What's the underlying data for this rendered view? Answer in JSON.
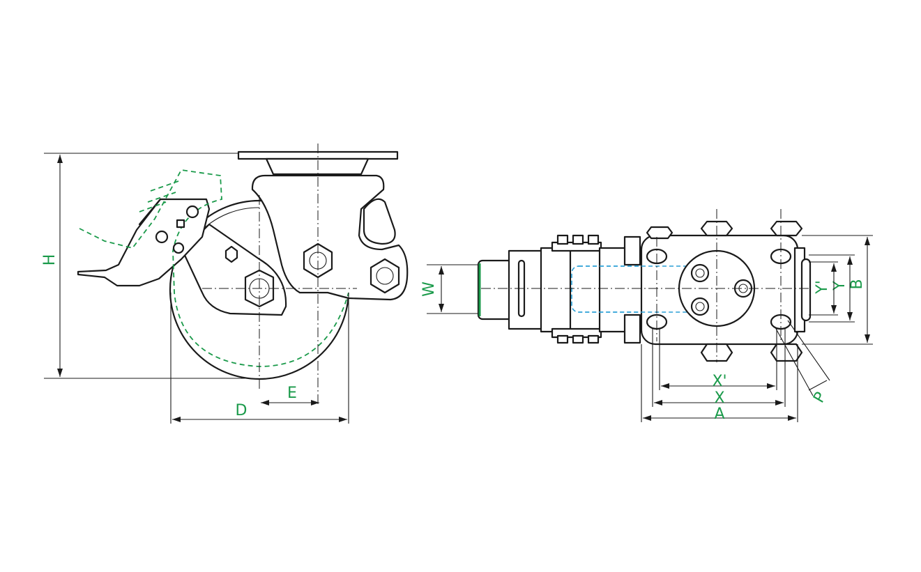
{
  "colors": {
    "line": "#1a1a1a",
    "dimension_label": "#1a9a4a",
    "brake_phantom": "#1a9a4a",
    "hidden_blue": "#2a9fd6",
    "background": "#ffffff"
  },
  "side_view": {
    "labels": {
      "height": "H",
      "wheel_diameter": "D",
      "offset": "E"
    }
  },
  "top_view": {
    "labels": {
      "wheel_width": "W",
      "plate_length": "A",
      "hole_spacing_x": "X",
      "hole_spacing_x_alt": "X'",
      "plate_width": "B",
      "hole_spacing_y": "Y",
      "hole_spacing_y_alt": "Y'",
      "bolt_hole": "P"
    }
  }
}
